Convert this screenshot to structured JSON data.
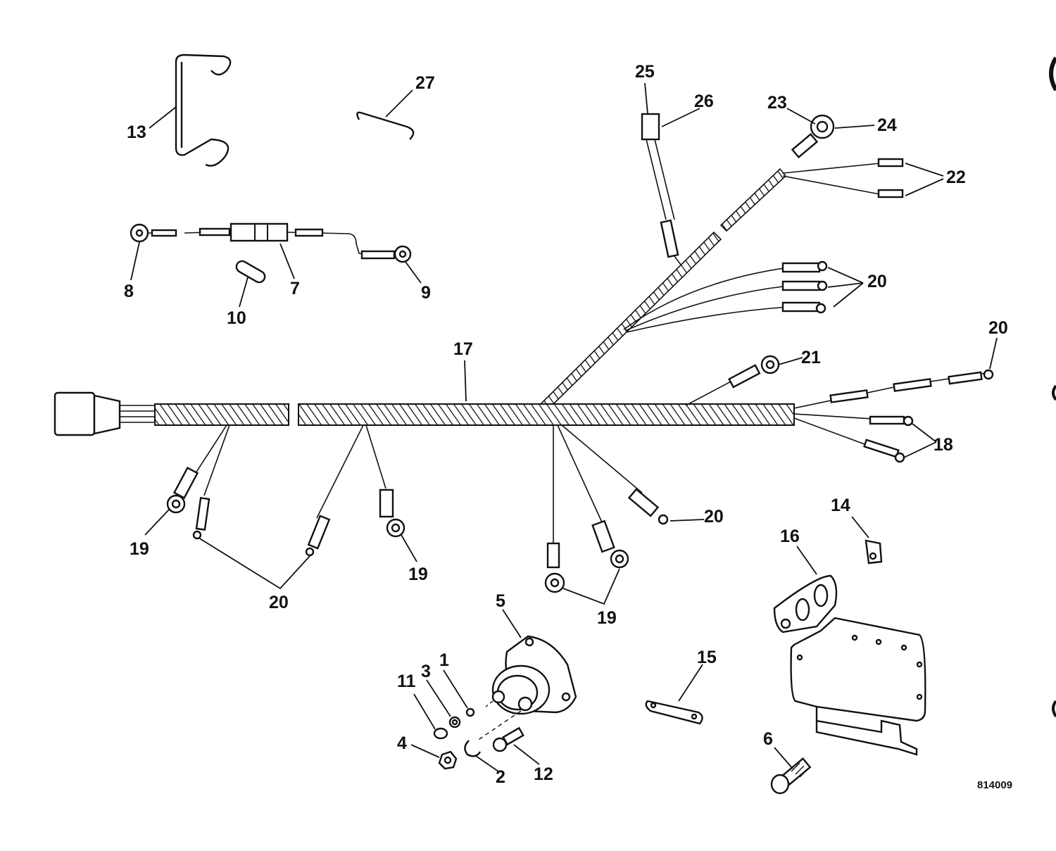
{
  "figure_number": "814009",
  "callouts": {
    "c1": "1",
    "c2": "2",
    "c3": "3",
    "c4": "4",
    "c5": "5",
    "c6": "6",
    "c7": "7",
    "c8": "8",
    "c9": "9",
    "c10": "10",
    "c11": "11",
    "c12": "12",
    "c13": "13",
    "c14": "14",
    "c15": "15",
    "c16": "16",
    "c17": "17",
    "c18": "18",
    "c19a": "19",
    "c19b": "19",
    "c19c": "19",
    "c20a": "20",
    "c20b": "20",
    "c20c": "20",
    "c20d": "20",
    "c21": "21",
    "c22": "22",
    "c23": "23",
    "c24": "24",
    "c25": "25",
    "c26": "26",
    "c27": "27"
  },
  "colors": {
    "ink": "#111111",
    "paper": "#ffffff"
  }
}
